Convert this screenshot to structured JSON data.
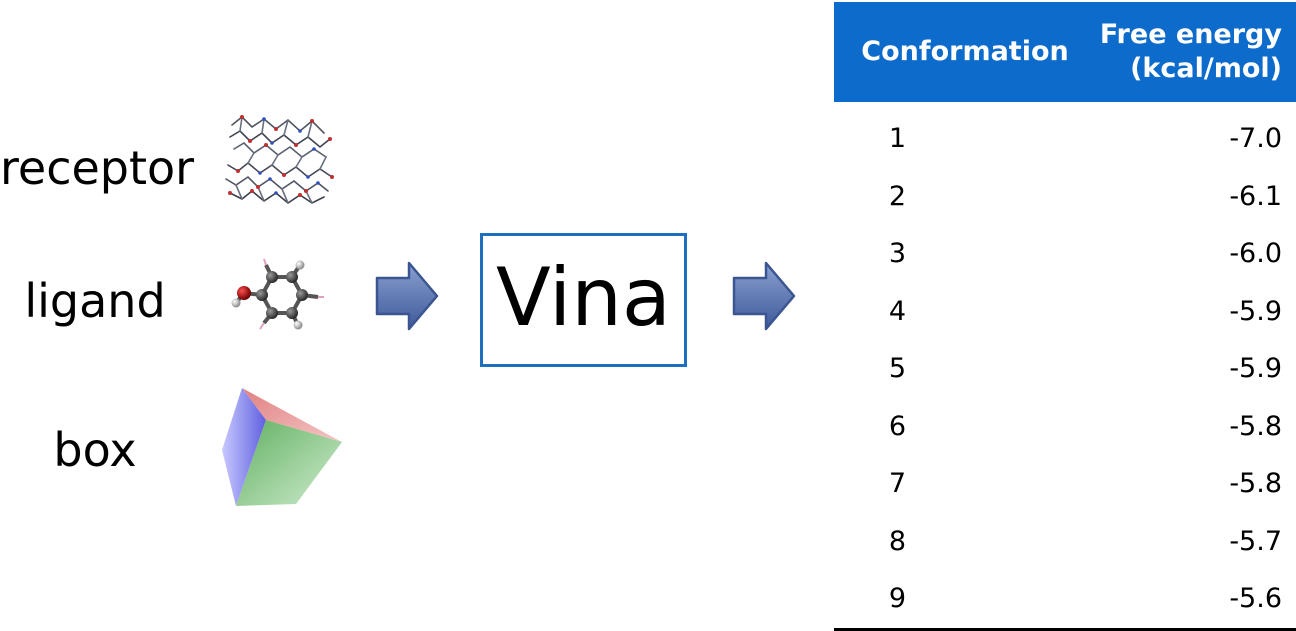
{
  "inputs": {
    "receptor": "receptor",
    "ligand": "ligand",
    "box": "box"
  },
  "engine": {
    "label": "Vina"
  },
  "table": {
    "headers": {
      "conformation": "Conformation",
      "energy_line1": "Free energy",
      "energy_line2": "(kcal/mol)"
    },
    "rows": [
      {
        "conformation": "1",
        "energy": "-7.0"
      },
      {
        "conformation": "2",
        "energy": "-6.1"
      },
      {
        "conformation": "3",
        "energy": "-6.0"
      },
      {
        "conformation": "4",
        "energy": "-5.9"
      },
      {
        "conformation": "5",
        "energy": "-5.9"
      },
      {
        "conformation": "6",
        "energy": "-5.8"
      },
      {
        "conformation": "7",
        "energy": "-5.8"
      },
      {
        "conformation": "8",
        "energy": "-5.7"
      },
      {
        "conformation": "9",
        "energy": "-5.6"
      }
    ]
  },
  "colors": {
    "accent": "#1f6fc0",
    "header_bg": "#0d6bcb",
    "arrow_fill": "#5a78b5"
  },
  "icons": {
    "receptor": "protein-structure-icon",
    "ligand": "molecule-icon",
    "box": "cube-icon",
    "arrows": "right-arrow-icon"
  }
}
